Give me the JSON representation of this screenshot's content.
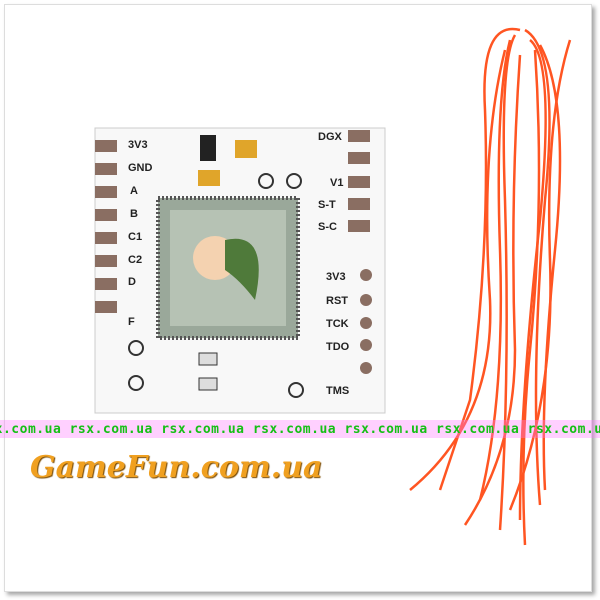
{
  "board_labels_left": [
    "3V3",
    "GND",
    "A",
    "B",
    "C1",
    "C2",
    "D",
    "F"
  ],
  "board_labels_right": [
    "DGX",
    "V1",
    "S-T",
    "S-C",
    "3V3",
    "RST",
    "TCK",
    "TDO",
    "TMS"
  ],
  "watermark_repeat": "rsx.com.ua",
  "watermark_logo": "GameFun.com.ua",
  "colors": {
    "board": "#f7f7f7",
    "wire": "#ff5522",
    "pad": "#8a6e62",
    "chip": "#9aa89a",
    "watermark_green": "#16c016",
    "logo_orange": "#f0a020"
  }
}
